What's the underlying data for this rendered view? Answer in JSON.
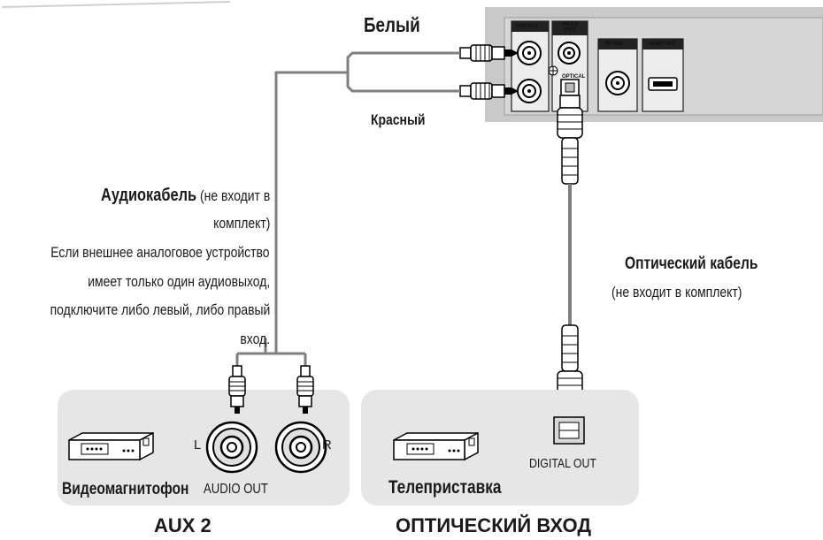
{
  "panel": {
    "aux_in": "AUX IN 2",
    "video_out": "VIDEO OUT",
    "optical": "OPTICAL",
    "fm_ant": "FM ANT",
    "hdmi_out": "HDMI OUT"
  },
  "labels": {
    "white": "Белый",
    "red": "Красный",
    "audio_cable_title": "Аудиокабель",
    "audio_cable_note_1": " (не входит в",
    "audio_cable_note_2": "комплект)",
    "audio_hint_1": "Если внешнее аналоговое устройство",
    "audio_hint_2": "имеет только один аудиовыход,",
    "audio_hint_3": "подключите либо левый, либо правый",
    "audio_hint_4": "вход.",
    "optical_cable_title": "Оптический кабель",
    "optical_cable_note": "(не входит в комплект)",
    "left": "L",
    "right": "R",
    "audio_out": "AUDIO OUT",
    "digital_out": "DIGITAL OUT",
    "vcr": "Видеомагнитофон",
    "settop": "Телеприставка",
    "aux2": "AUX 2",
    "optical_in": "ОПТИЧЕСКИЙ ВХОД"
  },
  "colors": {
    "panel": "#c9c9c9",
    "device_box": "#e6e6e6",
    "cable": "#7f7f7f"
  }
}
